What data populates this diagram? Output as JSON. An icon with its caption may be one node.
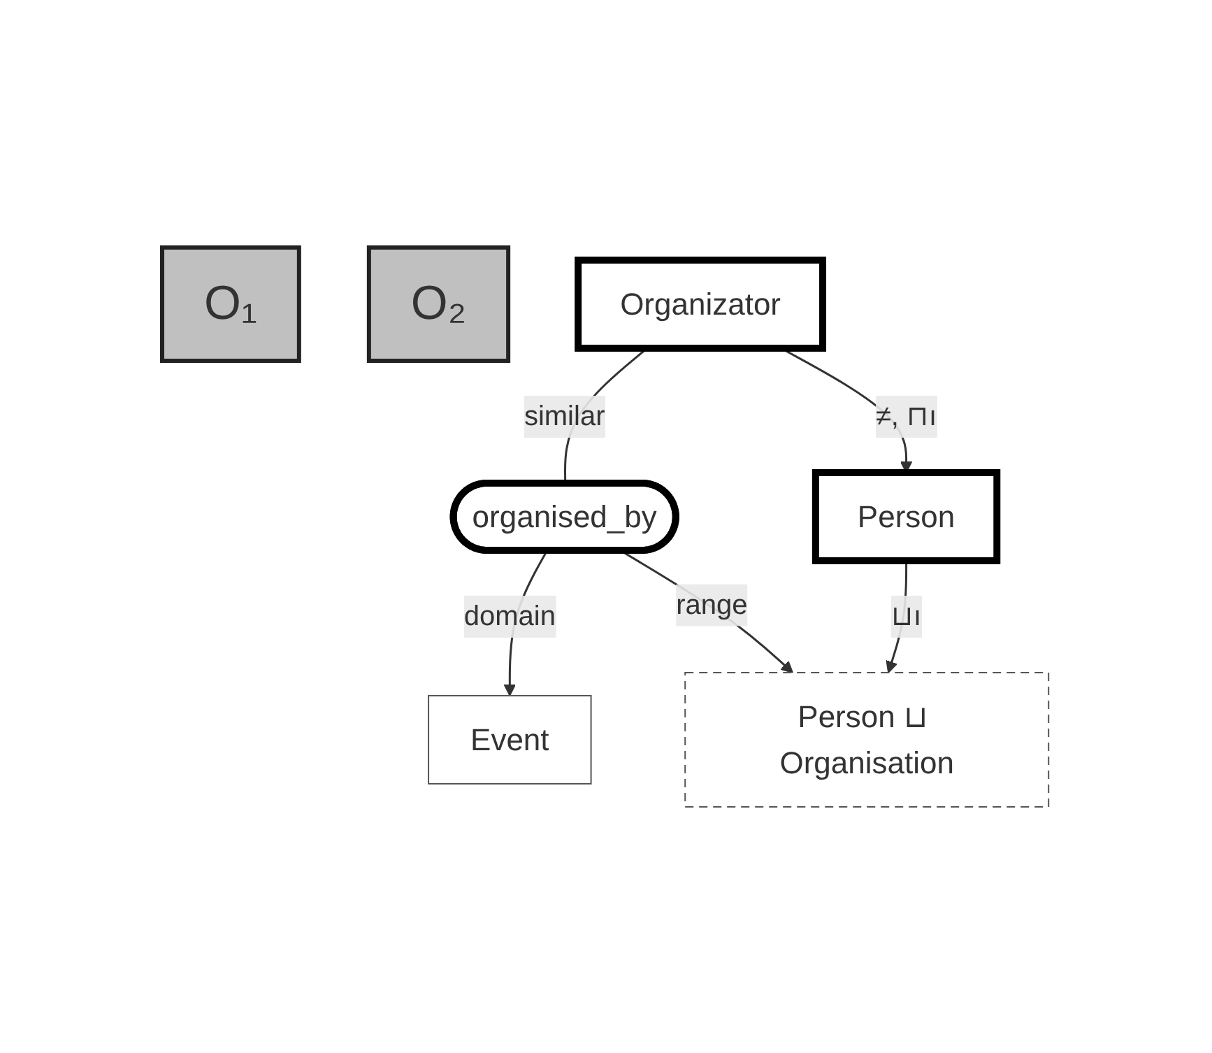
{
  "diagram": {
    "nodes": [
      {
        "text": [
          "O₁"
        ]
      },
      {
        "text": [
          "Event"
        ]
      },
      {
        "text": [
          "O₂"
        ]
      },
      {
        "text": [
          "Organizator"
        ]
      },
      {
        "text": [
          "organised_by"
        ]
      },
      {
        "text": [
          "Person ⊔ Organisation"
        ]
      },
      {
        "text": [
          "Person"
        ]
      }
    ],
    "edges": [
      {
        "from": 3,
        "to": 4,
        "arrow": "none",
        "label": "similar"
      },
      {
        "from": 4,
        "to": 1,
        "arrow": "to",
        "label": "domain"
      },
      {
        "from": 4,
        "to": 5,
        "arrow": "to",
        "label": "range"
      },
      {
        "from": 6,
        "to": 5,
        "arrow": "to",
        "label": "⊔ı"
      },
      {
        "from": 3,
        "to": 6,
        "arrow": "to",
        "label": "≠, ⊓ı"
      }
    ]
  }
}
